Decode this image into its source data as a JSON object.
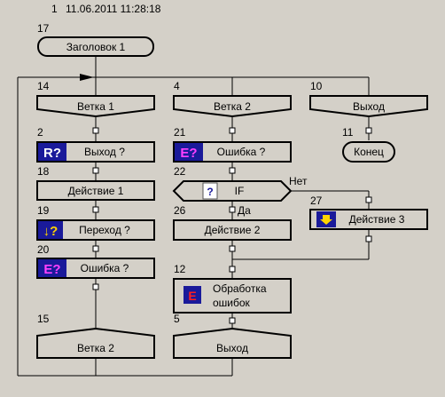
{
  "header": {
    "number": "1",
    "timestamp": "11.06.2011 11:28:18"
  },
  "nodes": {
    "n17": {
      "id": "17",
      "label": "Заголовок 1"
    },
    "n14": {
      "id": "14",
      "label": "Ветка 1"
    },
    "n4": {
      "id": "4",
      "label": "Ветка 2"
    },
    "n10": {
      "id": "10",
      "label": "Выход"
    },
    "n2": {
      "id": "2",
      "label": "Выход ?",
      "icon": "R?"
    },
    "n21": {
      "id": "21",
      "label": "Ошибка ?",
      "icon": "E?"
    },
    "n11": {
      "id": "11",
      "label": "Конец"
    },
    "n18": {
      "id": "18",
      "label": "Действие 1"
    },
    "n22": {
      "id": "22",
      "label": "IF"
    },
    "n27": {
      "id": "27",
      "label": "Действие 3"
    },
    "n19": {
      "id": "19",
      "label": "Переход ?",
      "icon": "↓?"
    },
    "n26": {
      "id": "26",
      "label": "Действие 2"
    },
    "n20": {
      "id": "20",
      "label": "Ошибка ?",
      "icon": "E?"
    },
    "n12": {
      "id": "12",
      "label_line1": "Обработка",
      "label_line2": "ошибок",
      "icon": "E"
    },
    "n15": {
      "id": "15",
      "label": "Ветка 2"
    },
    "n5": {
      "id": "5",
      "label": "Выход"
    }
  },
  "branch_labels": {
    "no": "Нет",
    "yes": "Да"
  }
}
